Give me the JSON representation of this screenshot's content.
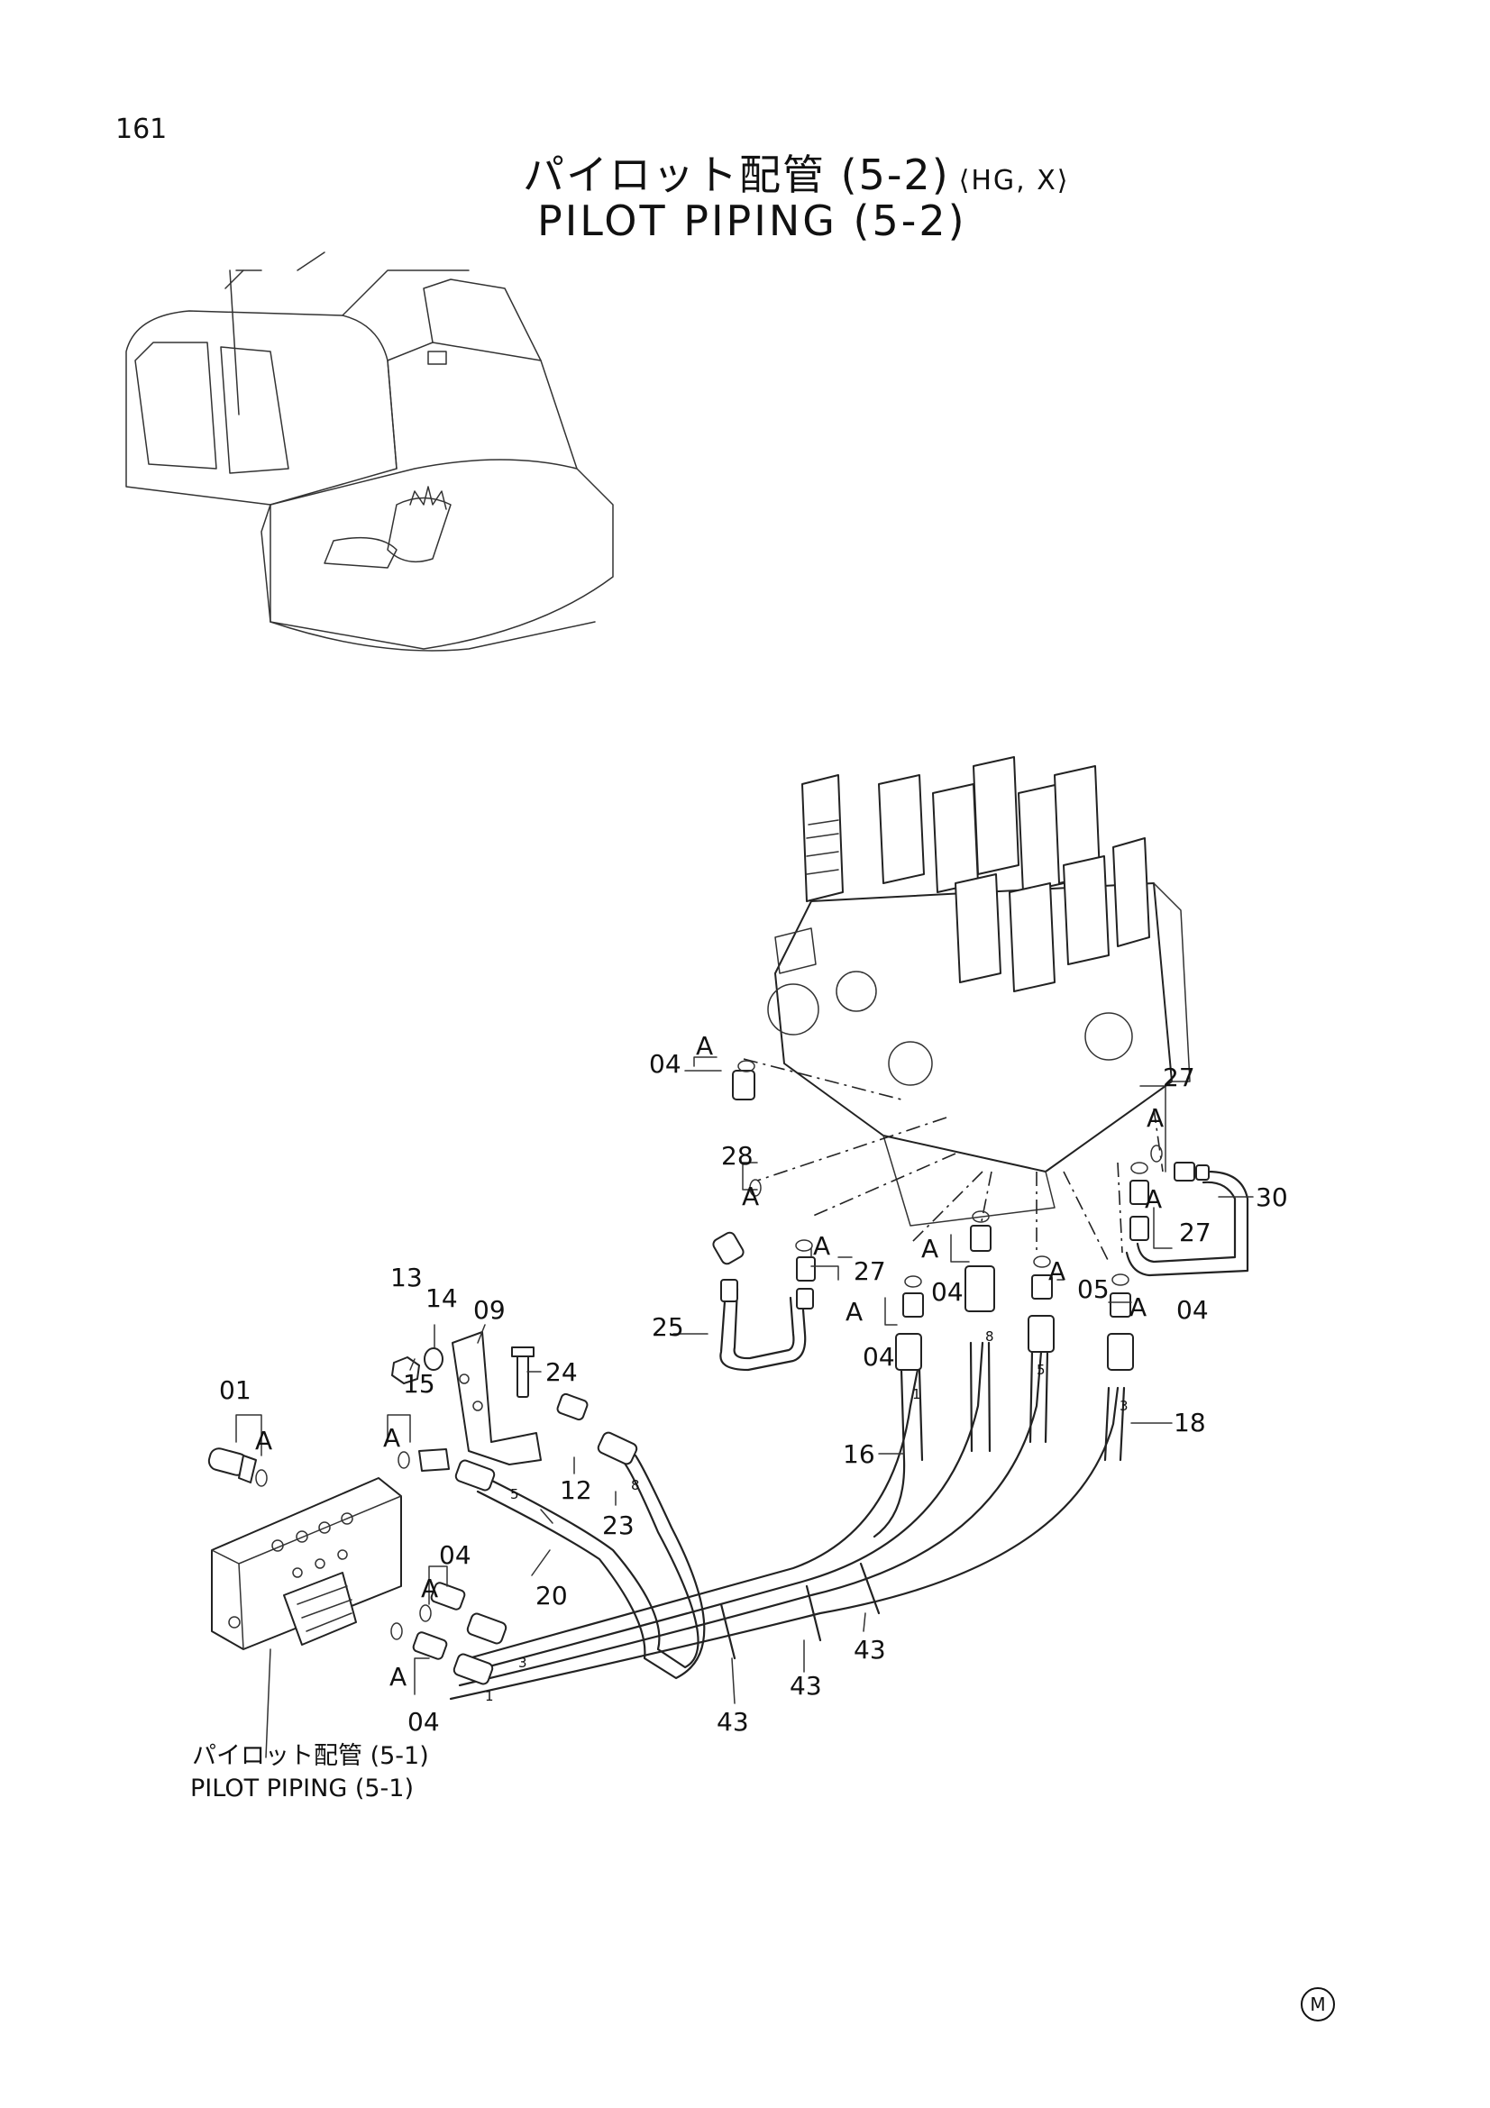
{
  "header": {
    "page_number": "161",
    "title_jp": "パイロット配管 (5-2)",
    "title_variant": "⟨HG, X⟩",
    "title_en": "PILOT PIPING (5-2)"
  },
  "reference": {
    "jp": "パイロット配管 (5-1)",
    "en": "PILOT PIPING (5-1)"
  },
  "part_numbers": {
    "p01": "01",
    "p04": "04",
    "p05": "05",
    "p09": "09",
    "p12": "12",
    "p13": "13",
    "p14": "14",
    "p15": "15",
    "p16": "16",
    "p18": "18",
    "p20": "20",
    "p23": "23",
    "p24": "24",
    "p25": "25",
    "p27": "27",
    "p28": "28",
    "p30": "30",
    "p43": "43"
  },
  "callout": "A",
  "hose_marks": {
    "m1": "1",
    "m3": "3",
    "m5": "5",
    "m8": "8"
  },
  "footer": {
    "mark": "M"
  }
}
